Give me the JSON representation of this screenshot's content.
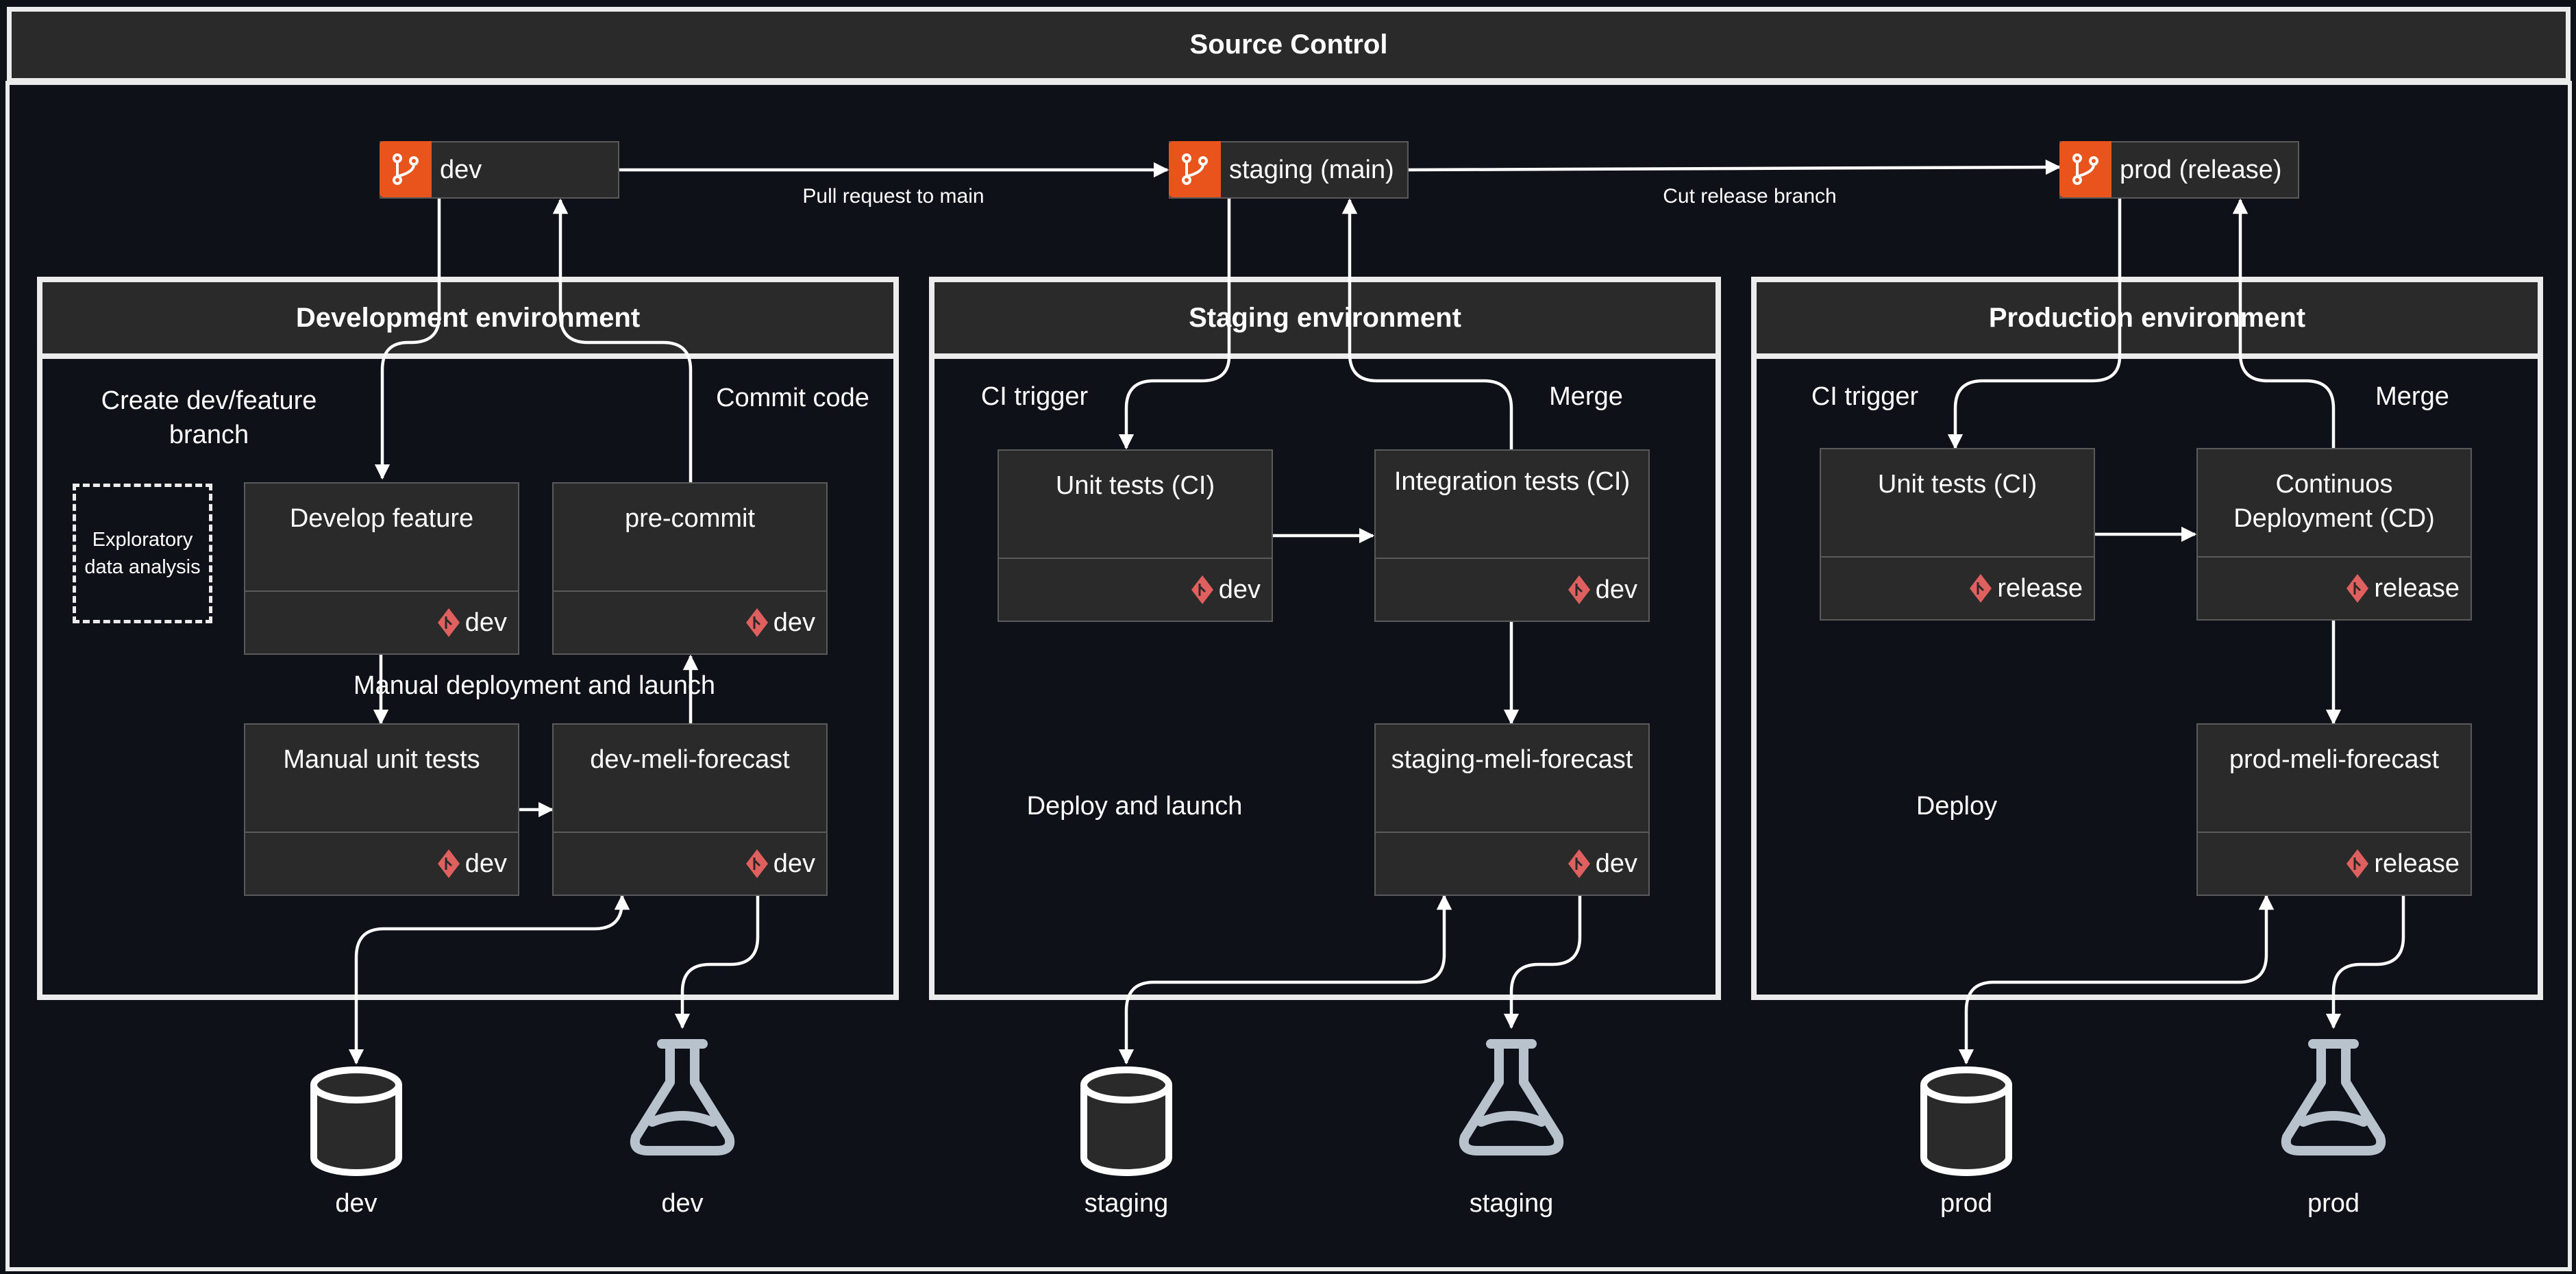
{
  "title": "Source Control",
  "colors": {
    "background": "#0e1117",
    "panel": "#2a2a2a",
    "border": "#ececec",
    "branch_accent": "#e8541b",
    "git_icon": "#e06060",
    "flask": "#b8c2cc"
  },
  "branches": {
    "dev": "dev",
    "staging": "staging (main)",
    "prod": "prod (release)"
  },
  "edge_labels": {
    "pull_request": "Pull request to main",
    "cut_release": "Cut release branch"
  },
  "environments": {
    "development": {
      "title": "Development environment",
      "create_branch": "Create dev/feature branch",
      "commit_code": "Commit code",
      "exploratory": "Exploratory data analysis",
      "manual_deploy": "Manual deployment and launch",
      "cards": [
        {
          "title": "Develop feature",
          "branch": "dev"
        },
        {
          "title": "pre-commit",
          "branch": "dev"
        },
        {
          "title": "Manual unit tests",
          "branch": "dev"
        },
        {
          "title": "dev-meli-forecast",
          "branch": "dev"
        }
      ]
    },
    "staging": {
      "title": "Staging environment",
      "ci_trigger": "CI trigger",
      "merge": "Merge",
      "deploy": "Deploy and launch",
      "cards": [
        {
          "title": "Unit tests (CI)",
          "branch": "dev"
        },
        {
          "title": "Integration tests (CI)",
          "branch": "dev"
        },
        {
          "title": "staging-meli-forecast",
          "branch": "dev"
        }
      ]
    },
    "production": {
      "title": "Production environment",
      "ci_trigger": "CI trigger",
      "merge": "Merge",
      "deploy": "Deploy",
      "cards": [
        {
          "title": "Unit tests (CI)",
          "branch": "release"
        },
        {
          "title": "Continuos Deployment (CD)",
          "branch": "release"
        },
        {
          "title": "prod-meli-forecast",
          "branch": "release"
        }
      ]
    }
  },
  "resources": [
    {
      "icon": "database-icon",
      "label": "dev"
    },
    {
      "icon": "flask-icon",
      "label": "dev"
    },
    {
      "icon": "database-icon",
      "label": "staging"
    },
    {
      "icon": "flask-icon",
      "label": "staging"
    },
    {
      "icon": "database-icon",
      "label": "prod"
    },
    {
      "icon": "flask-icon",
      "label": "prod"
    }
  ]
}
